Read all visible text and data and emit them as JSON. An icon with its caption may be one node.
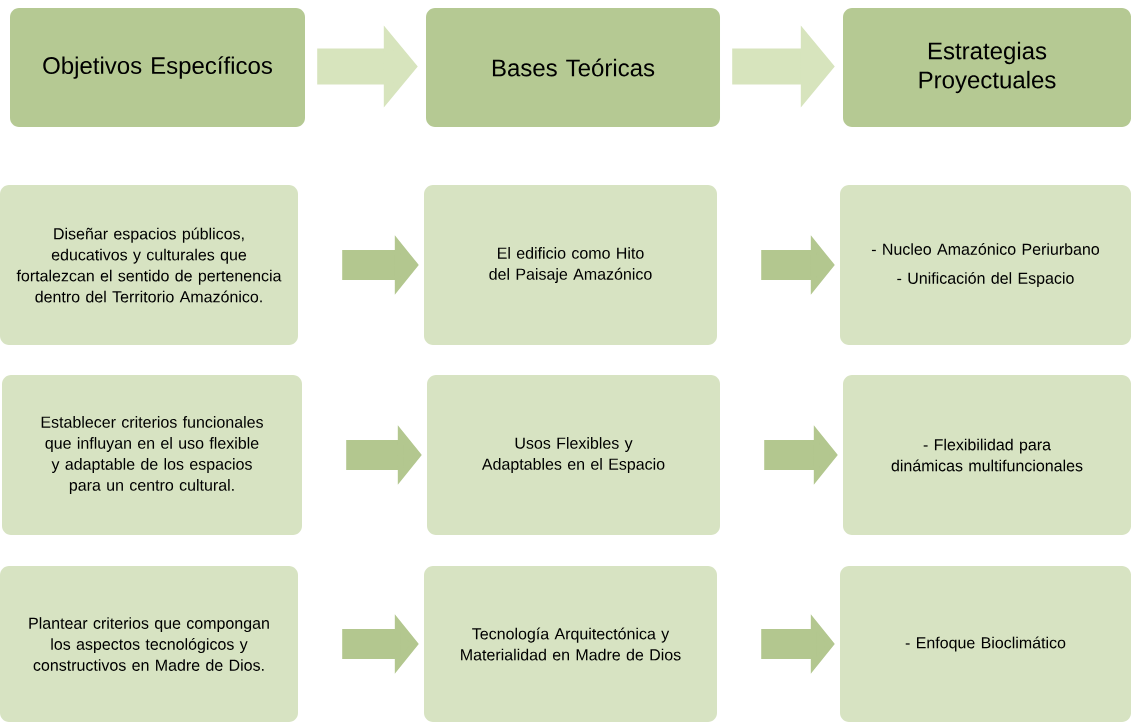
{
  "diagram": {
    "nodes": [
      {
        "text": [
          "Objetivos Específicos"
        ]
      },
      {
        "text": [
          "Bases Teóricas"
        ]
      },
      {
        "text": [
          "Estrategias Proyectuales"
        ]
      },
      {
        "text": [
          "Diseñar espacios públicos, educativos y culturales que fortalezcan el sentido de pertenencia dentro del Territorio Amazónico."
        ]
      },
      {
        "text": [
          "El edificio como Hito del Paisaje Amazónico"
        ]
      },
      {
        "text": [
          "- Nucleo Amazónico Periurbano",
          "- Unificación del Espacio"
        ]
      },
      {
        "text": [
          "Establecer criterios funcionales que influyan en el uso flexible y adaptable de los espacios para un centro cultural."
        ]
      },
      {
        "text": [
          "Usos Flexibles y Adaptables en el Espacio"
        ]
      },
      {
        "text": [
          "- Flexibilidad para dinámicas multifuncionales"
        ]
      },
      {
        "text": [
          "Plantear criterios que compongan los aspectos tecnológicos y constructivos en Madre de Dios."
        ]
      },
      {
        "text": [
          "Tecnología Arquitectónica y Materialidad en Madre de Dios"
        ]
      },
      {
        "text": [
          "- Enfoque Bioclimático"
        ]
      }
    ],
    "edges": [
      {
        "from": 0,
        "to": 1,
        "arrow": "to",
        "color": "#d7e4bd"
      },
      {
        "from": 1,
        "to": 2,
        "arrow": "to",
        "color": "#d7e4bd"
      },
      {
        "from": 3,
        "to": 4,
        "arrow": "to"
      },
      {
        "from": 4,
        "to": 5,
        "arrow": "to"
      },
      {
        "from": 6,
        "to": 7,
        "arrow": "to"
      },
      {
        "from": 7,
        "to": 8,
        "arrow": "to"
      },
      {
        "from": 9,
        "to": 10,
        "arrow": "to"
      },
      {
        "from": 10,
        "to": 11,
        "arrow": "to"
      }
    ]
  }
}
